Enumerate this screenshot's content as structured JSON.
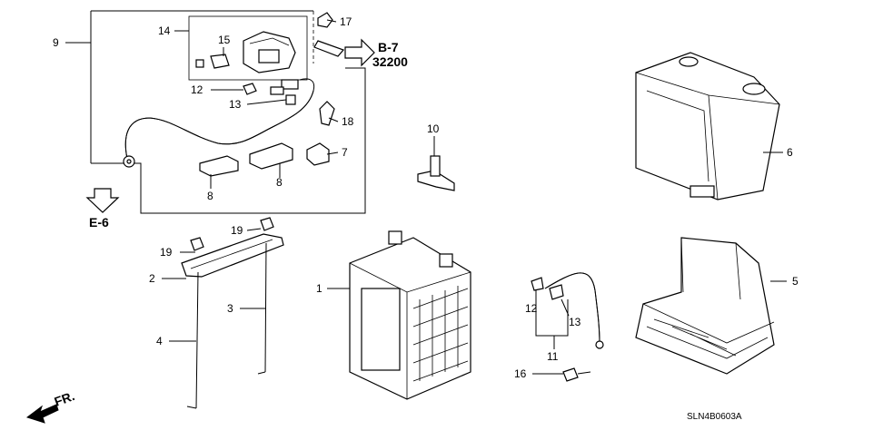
{
  "callouts": [
    {
      "id": "1",
      "text": "1"
    },
    {
      "id": "2",
      "text": "2"
    },
    {
      "id": "3",
      "text": "3"
    },
    {
      "id": "4",
      "text": "4"
    },
    {
      "id": "5",
      "text": "5"
    },
    {
      "id": "6",
      "text": "6"
    },
    {
      "id": "7",
      "text": "7"
    },
    {
      "id": "8a",
      "text": "8"
    },
    {
      "id": "8b",
      "text": "8"
    },
    {
      "id": "9",
      "text": "9"
    },
    {
      "id": "10",
      "text": "10"
    },
    {
      "id": "11",
      "text": "11"
    },
    {
      "id": "12a",
      "text": "12"
    },
    {
      "id": "12b",
      "text": "12"
    },
    {
      "id": "13a",
      "text": "13"
    },
    {
      "id": "13b",
      "text": "13"
    },
    {
      "id": "14",
      "text": "14"
    },
    {
      "id": "15",
      "text": "15"
    },
    {
      "id": "16",
      "text": "16"
    },
    {
      "id": "17",
      "text": "17"
    },
    {
      "id": "18",
      "text": "18"
    },
    {
      "id": "19a",
      "text": "19"
    },
    {
      "id": "19b",
      "text": "19"
    }
  ],
  "refs": {
    "b7": "B-7",
    "part_ref": "32200",
    "e6": "E-6",
    "fr": "FR."
  },
  "diagram_code": "SLN4B0603A"
}
